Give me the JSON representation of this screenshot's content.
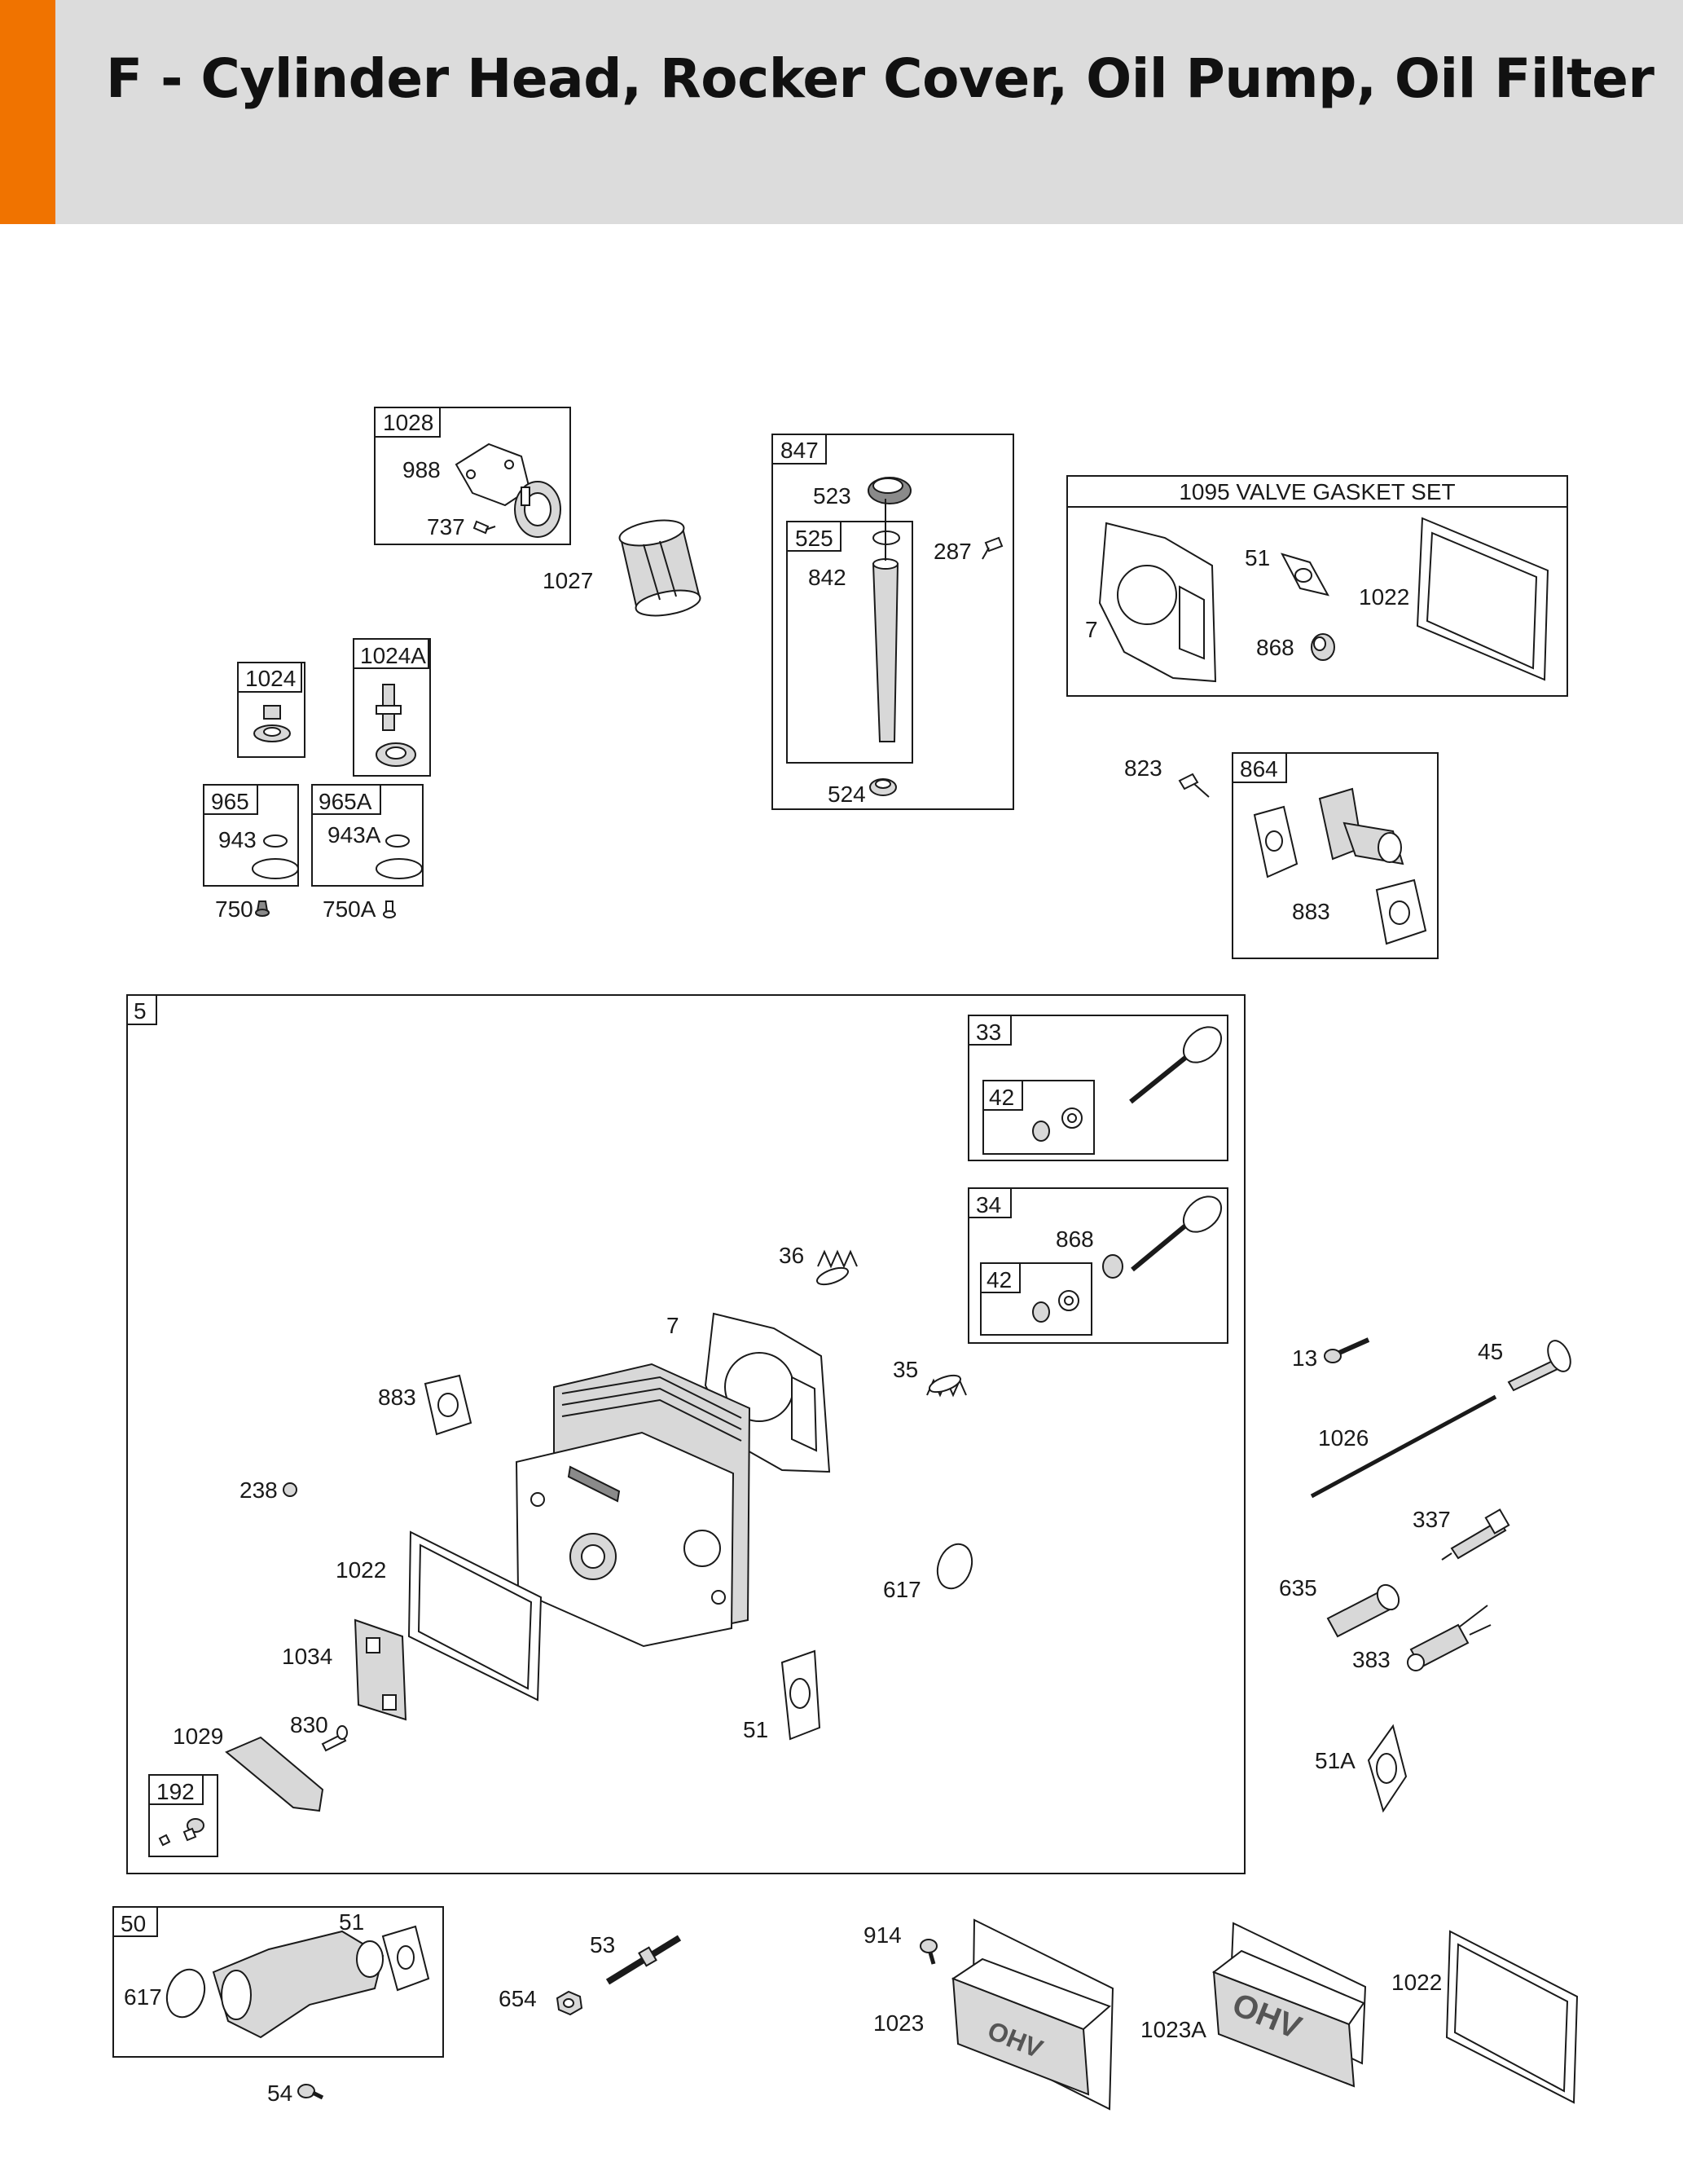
{
  "header": {
    "title": "F - Cylinder Head, Rocker Cover, Oil Pump, Oil Filter",
    "accent_color": "#f07300",
    "background_color": "#dcdcdc"
  },
  "kits": {
    "k1028": "1028",
    "k847": "847",
    "k525": "525",
    "k1095": "1095 VALVE GASKET SET",
    "k1024": "1024",
    "k1024a": "1024A",
    "k965": "965",
    "k965a": "965A",
    "k864": "864",
    "k5": "5",
    "k33": "33",
    "k42a": "42",
    "k34": "34",
    "k42b": "42",
    "k192": "192",
    "k50": "50"
  },
  "labels": {
    "p988": "988",
    "p737": "737",
    "p1027": "1027",
    "p523": "523",
    "p842": "842",
    "p287": "287",
    "p524": "524",
    "p51_vgs": "51",
    "p1022_vgs": "1022",
    "p7_vgs": "7",
    "p868_vgs": "868",
    "p943": "943",
    "p943a": "943A",
    "p750": "750",
    "p750a": "750A",
    "p823": "823",
    "p883_864": "883",
    "p868_34": "868",
    "p36": "36",
    "p7": "7",
    "p35": "35",
    "p883": "883",
    "p238": "238",
    "p1022": "1022",
    "p617": "617",
    "p1034": "1034",
    "p830": "830",
    "p1029": "1029",
    "p51": "51",
    "p13": "13",
    "p45": "45",
    "p1026": "1026",
    "p337": "337",
    "p635": "635",
    "p383": "383",
    "p51a": "51A",
    "p51_50": "51",
    "p617_50": "617",
    "p54": "54",
    "p53": "53",
    "p654": "654",
    "p914": "914",
    "p1023": "1023",
    "p1023a": "1023A",
    "p1022_b": "1022"
  },
  "icons": {
    "oil_filter_adapter": "oil-filter-adapter-icon",
    "oil_filter": "oil-filter-icon",
    "dipstick": "dipstick-icon",
    "cylinder_head": "cylinder-head-icon",
    "rocker_cover": "rocker-cover-icon",
    "valve": "valve-icon",
    "spring": "valve-spring-icon",
    "gasket": "gasket-icon",
    "bolt": "bolt-icon"
  }
}
